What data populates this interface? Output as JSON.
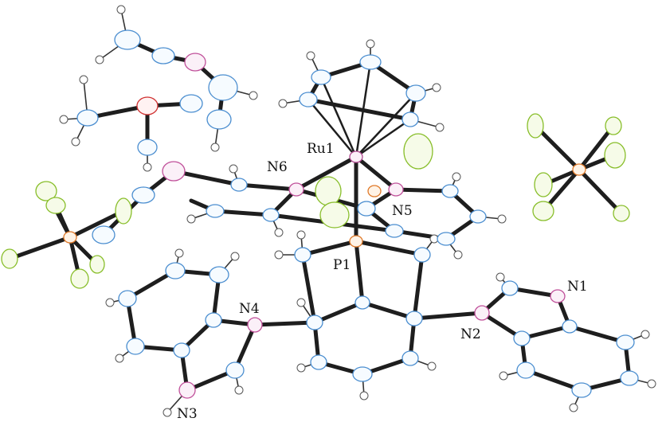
{
  "title": "ORTEP crystal structure",
  "atom_labels": {
    "ru1": "Ru1",
    "n1": "N1",
    "n2": "N2",
    "n3": "N3",
    "n4": "N4",
    "n5": "N5",
    "n6": "N6",
    "p1": "P1"
  },
  "colors": {
    "carbon": "#4b8ed0",
    "nitrogen": "#c0509a",
    "phosphorus": "#e07a2a",
    "fluorine": "#88be2a",
    "oxygen": "#d03030",
    "bond": "#1e1e1e"
  }
}
